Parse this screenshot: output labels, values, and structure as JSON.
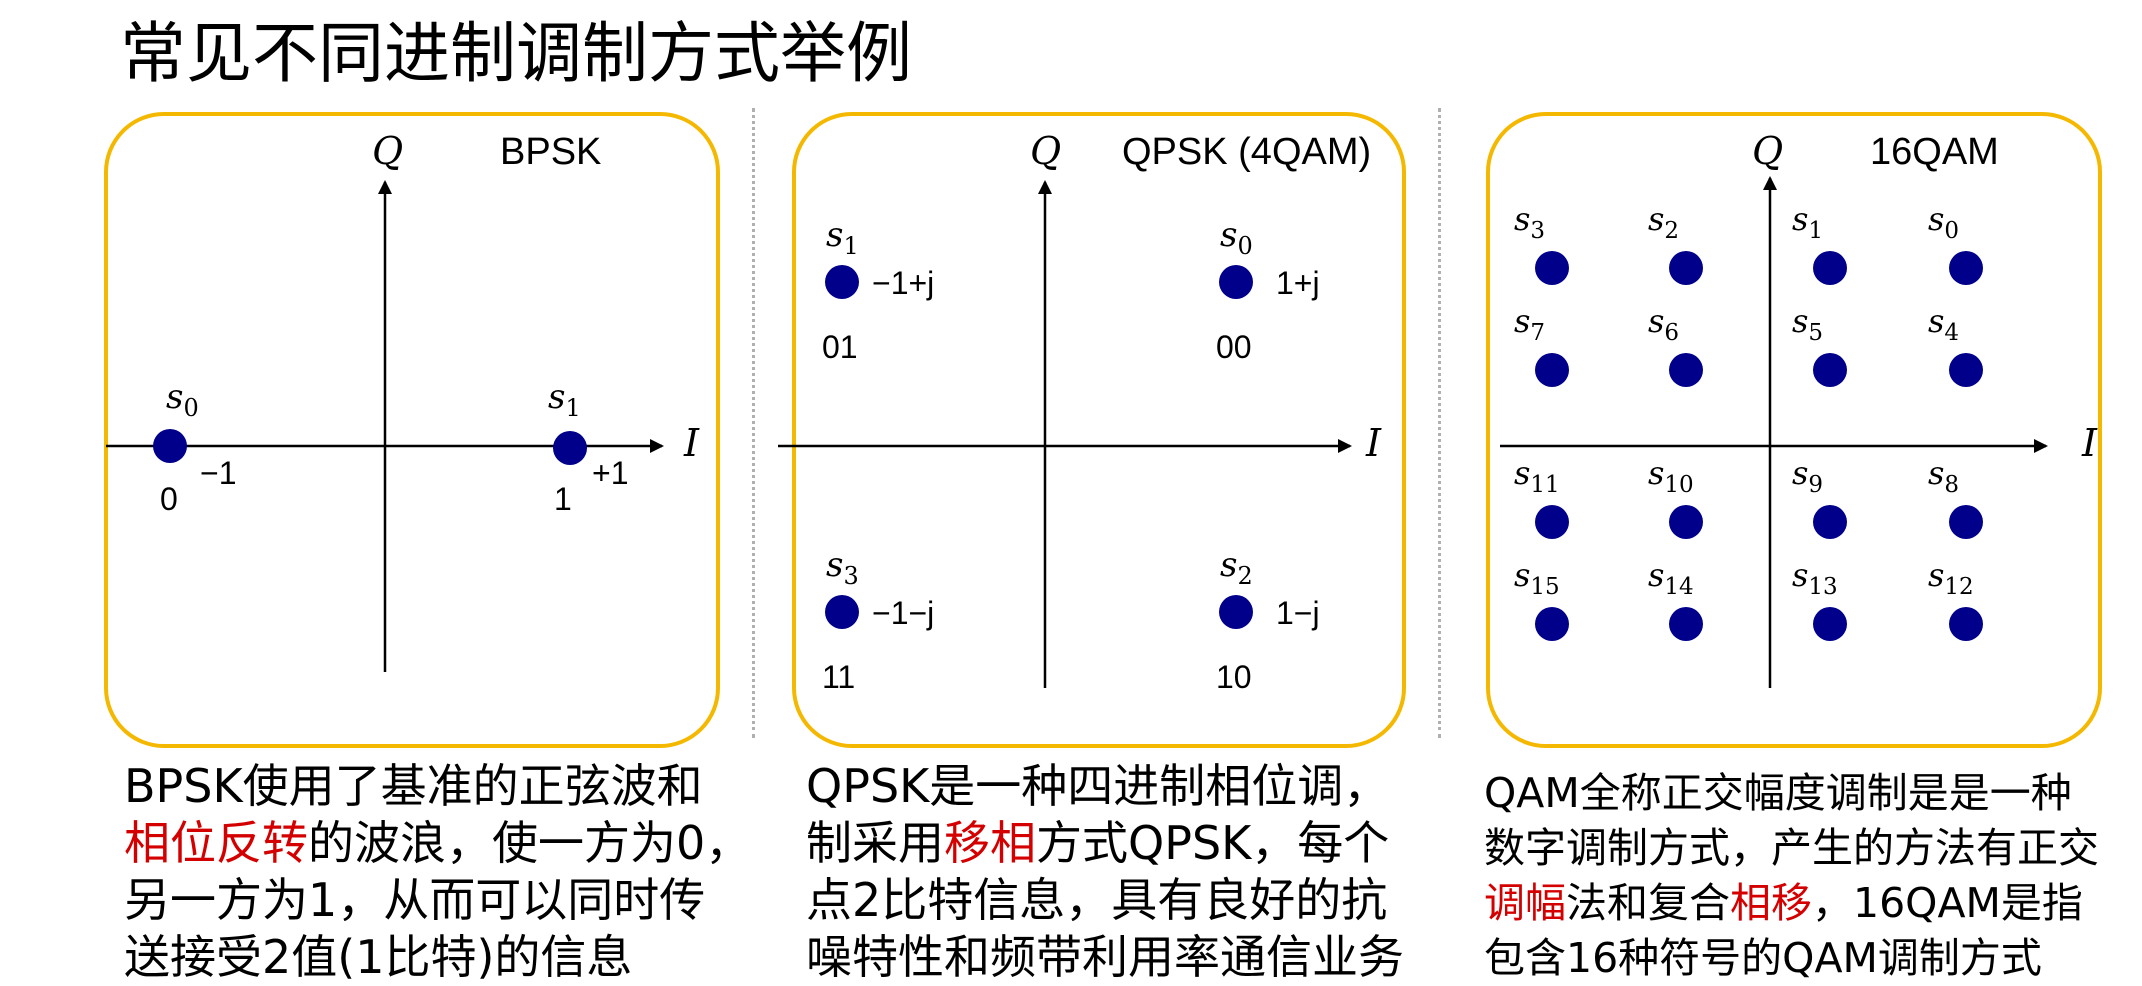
{
  "title": "常见不同进制调制方式举例",
  "colors": {
    "border": "#f5b800",
    "dot": "#00008b",
    "highlight": "#d40000"
  },
  "axis_labels": {
    "q": "Q",
    "i": "I"
  },
  "bpsk": {
    "name": "BPSK",
    "points": [
      {
        "label": "s",
        "sub": "0",
        "value": "−1",
        "bits": "0"
      },
      {
        "label": "s",
        "sub": "1",
        "value": "+1",
        "bits": "1"
      }
    ]
  },
  "qpsk": {
    "name": "QPSK (4QAM)",
    "points": [
      {
        "label": "s",
        "sub": "1",
        "value": "−1+j",
        "bits": "01"
      },
      {
        "label": "s",
        "sub": "0",
        "value": "1+j",
        "bits": "00"
      },
      {
        "label": "s",
        "sub": "3",
        "value": "−1−j",
        "bits": "11"
      },
      {
        "label": "s",
        "sub": "2",
        "value": "1−j",
        "bits": "10"
      }
    ]
  },
  "qam16": {
    "name": "16QAM",
    "rows": [
      [
        "3",
        "2",
        "1",
        "0"
      ],
      [
        "7",
        "6",
        "5",
        "4"
      ],
      [
        "11",
        "10",
        "9",
        "8"
      ],
      [
        "15",
        "14",
        "13",
        "12"
      ]
    ]
  },
  "descriptions": {
    "bpsk": {
      "l1": "BPSK使用了基准的正弦波和",
      "l2a": "相位反转",
      "l2b": "的波浪，使一方为0，",
      "l3": "另一方为1，从而可以同时传",
      "l4": "送接受2值(1比特)的信息"
    },
    "qpsk": {
      "l1": "QPSK是一种四进制相位调，",
      "l2a": "制采用",
      "l2b": "移相",
      "l2c": "方式QPSK，每个",
      "l3": "点2比特信息，具有良好的抗",
      "l4": "噪特性和频带利用率通信业务"
    },
    "qam": {
      "l1": "QAM全称正交幅度调制是是一种",
      "l2": "数字调制方式，产生的方法有正交",
      "l3a": "调幅",
      "l3b": "法和复合",
      "l3c": "相移",
      "l3d": "，16QAM是指",
      "l4": "包含16种符号的QAM调制方式"
    }
  }
}
